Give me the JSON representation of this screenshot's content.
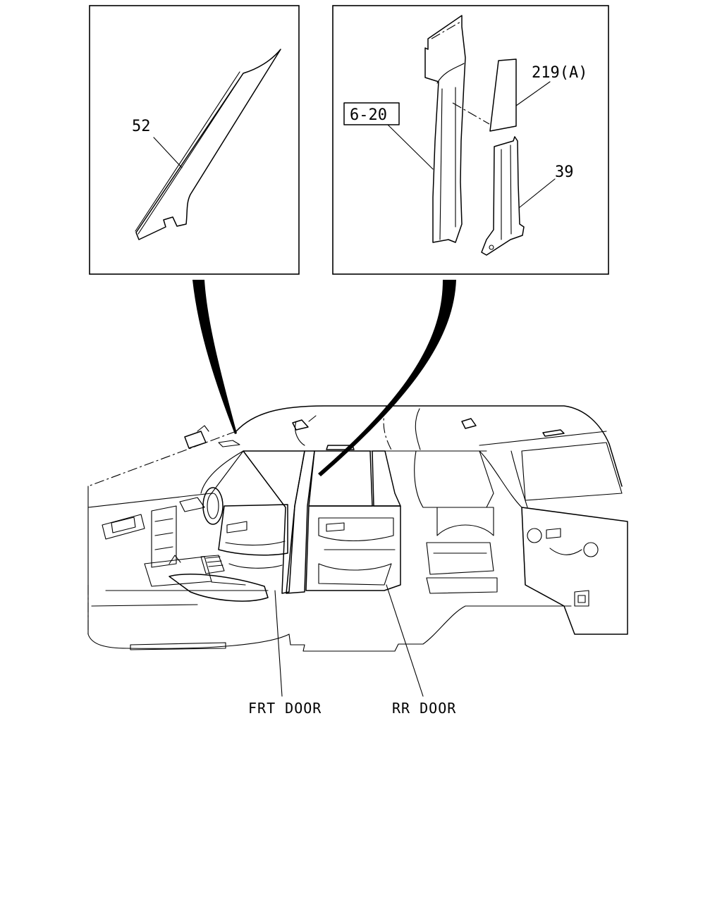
{
  "callouts": {
    "part_52": "52",
    "part_6_20": "6-20",
    "part_219a": "219(A)",
    "part_39": "39",
    "frt_door": "FRT DOOR",
    "rr_door": "RR DOOR"
  }
}
